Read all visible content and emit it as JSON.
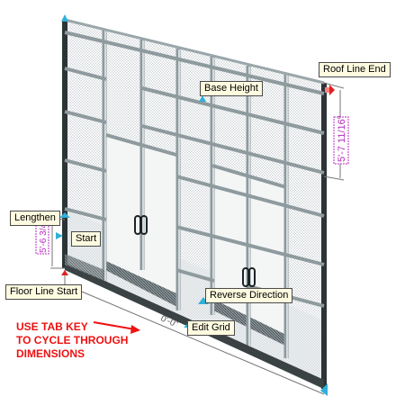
{
  "grips": {
    "roof_line_end": "Roof Line End",
    "base_height": "Base Height",
    "lengthen": "Lengthen",
    "start": "Start",
    "floor_line_start": "Floor Line Start",
    "reverse_direction": "Reverse Direction",
    "edit_grid": "Edit Grid"
  },
  "dimensions": {
    "roof_line_end_value": "5'-7 11/16\"",
    "floor_line_start_value": "5'-6 3/4\"",
    "wall_length_value": "0'-0\""
  },
  "instruction": {
    "line1": "USE TAB KEY",
    "line2": "TO CYCLE THROUGH",
    "line3": "DIMENSIONS"
  },
  "colors": {
    "instruction_text": "#ee1111",
    "dimension_text": "#b82ac0",
    "grip_marker": "#30b0d8",
    "grip_arrow": "#e02020",
    "tooltip_bg": "#fffbe0",
    "mullion": "#b8c4c8",
    "frame_dark": "#2c3436"
  },
  "icons": [
    "grip-triangle-icon",
    "grip-arrow-icon",
    "door-handle-icon",
    "arrow-right-icon"
  ]
}
